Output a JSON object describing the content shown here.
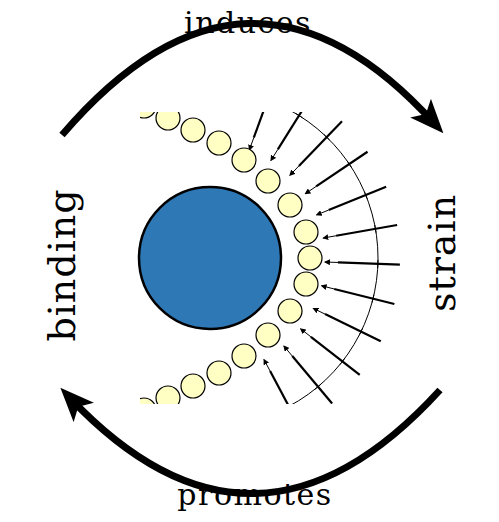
{
  "diagram": {
    "nodes": [
      {
        "text": [
          "binding"
        ]
      },
      {
        "text": [
          "strain"
        ]
      }
    ],
    "edges": [
      {
        "from": 0,
        "to": 1,
        "label": "induces",
        "arrow": "to"
      },
      {
        "from": 1,
        "to": 0,
        "label": "promotes",
        "arrow": "to"
      }
    ]
  }
}
